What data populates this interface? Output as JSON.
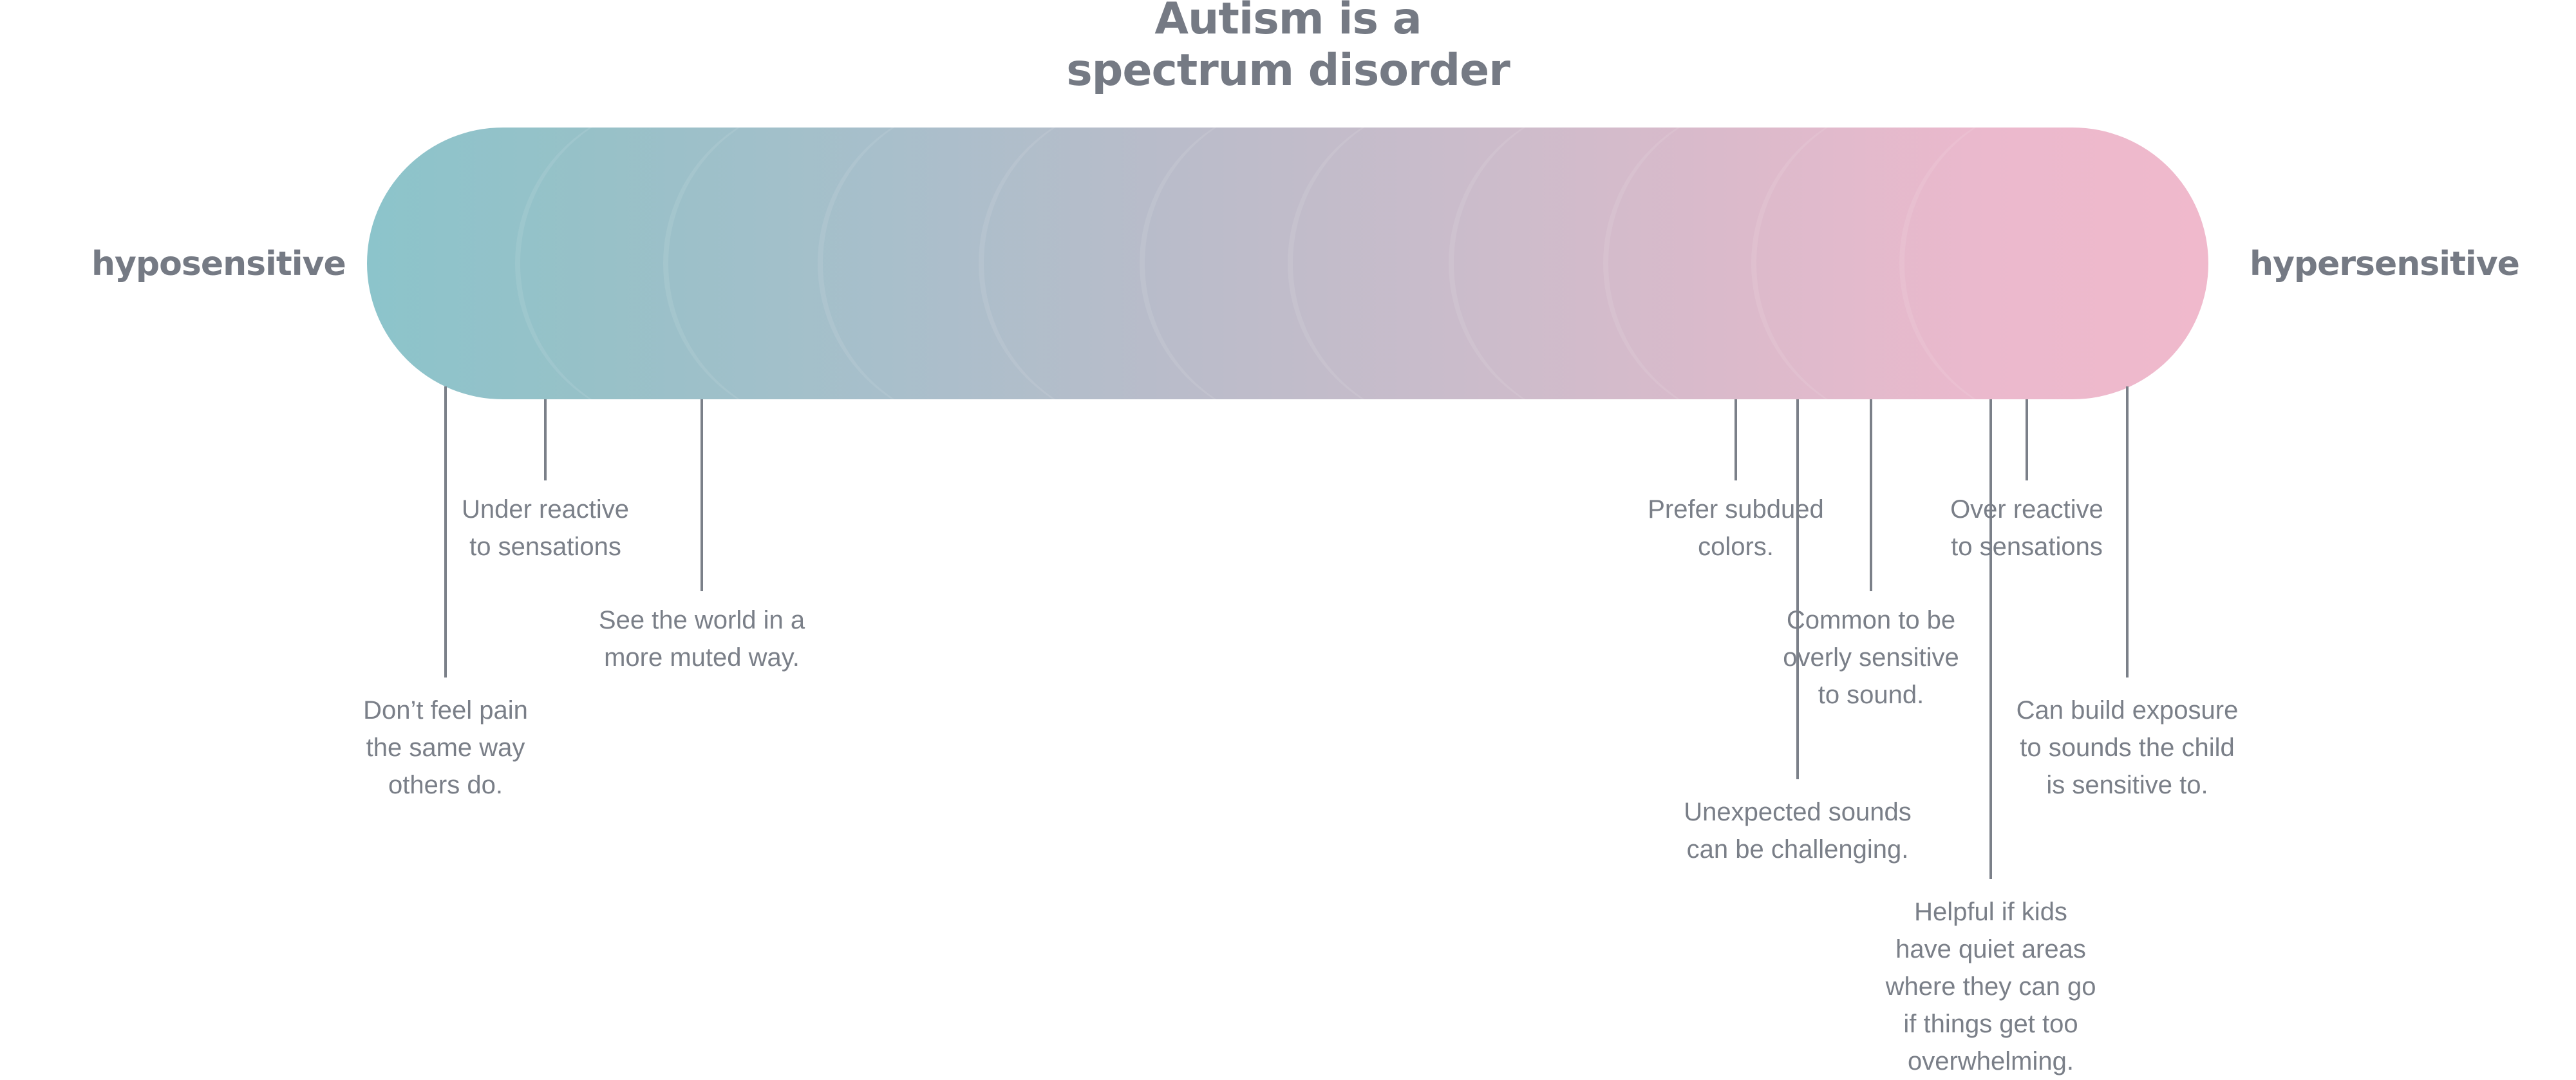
{
  "title": {
    "line1": "Autism is a",
    "line2": "spectrum disorder"
  },
  "spectrum": {
    "left_label": "hyposensitive",
    "right_label": "hypersensitive",
    "left_color": "#8cc4cb",
    "right_color": "#f0b9cc"
  },
  "notes": {
    "no_pain": [
      "Don’t feel pain",
      "the same way",
      "others do."
    ],
    "under_reactive": [
      "Under reactive",
      "to sensations"
    ],
    "muted_world": [
      "See the world in a",
      "more muted way."
    ],
    "subdued_colors": [
      "Prefer subdued",
      "colors."
    ],
    "unexpected_sounds": [
      "Unexpected sounds",
      "can be challenging."
    ],
    "sensitive_sound": [
      "Common to be",
      "overly sensitive",
      "to sound."
    ],
    "quiet_areas": [
      "Helpful if kids",
      "have quiet areas",
      "where they can go",
      "if things get too",
      "overwhelming."
    ],
    "over_reactive": [
      "Over reactive",
      "to sensations"
    ],
    "build_exposure": [
      "Can build exposure",
      "to sounds the child",
      "is sensitive to."
    ]
  },
  "colors": {
    "text": "#7a7f88",
    "connector": "#7b8089"
  }
}
